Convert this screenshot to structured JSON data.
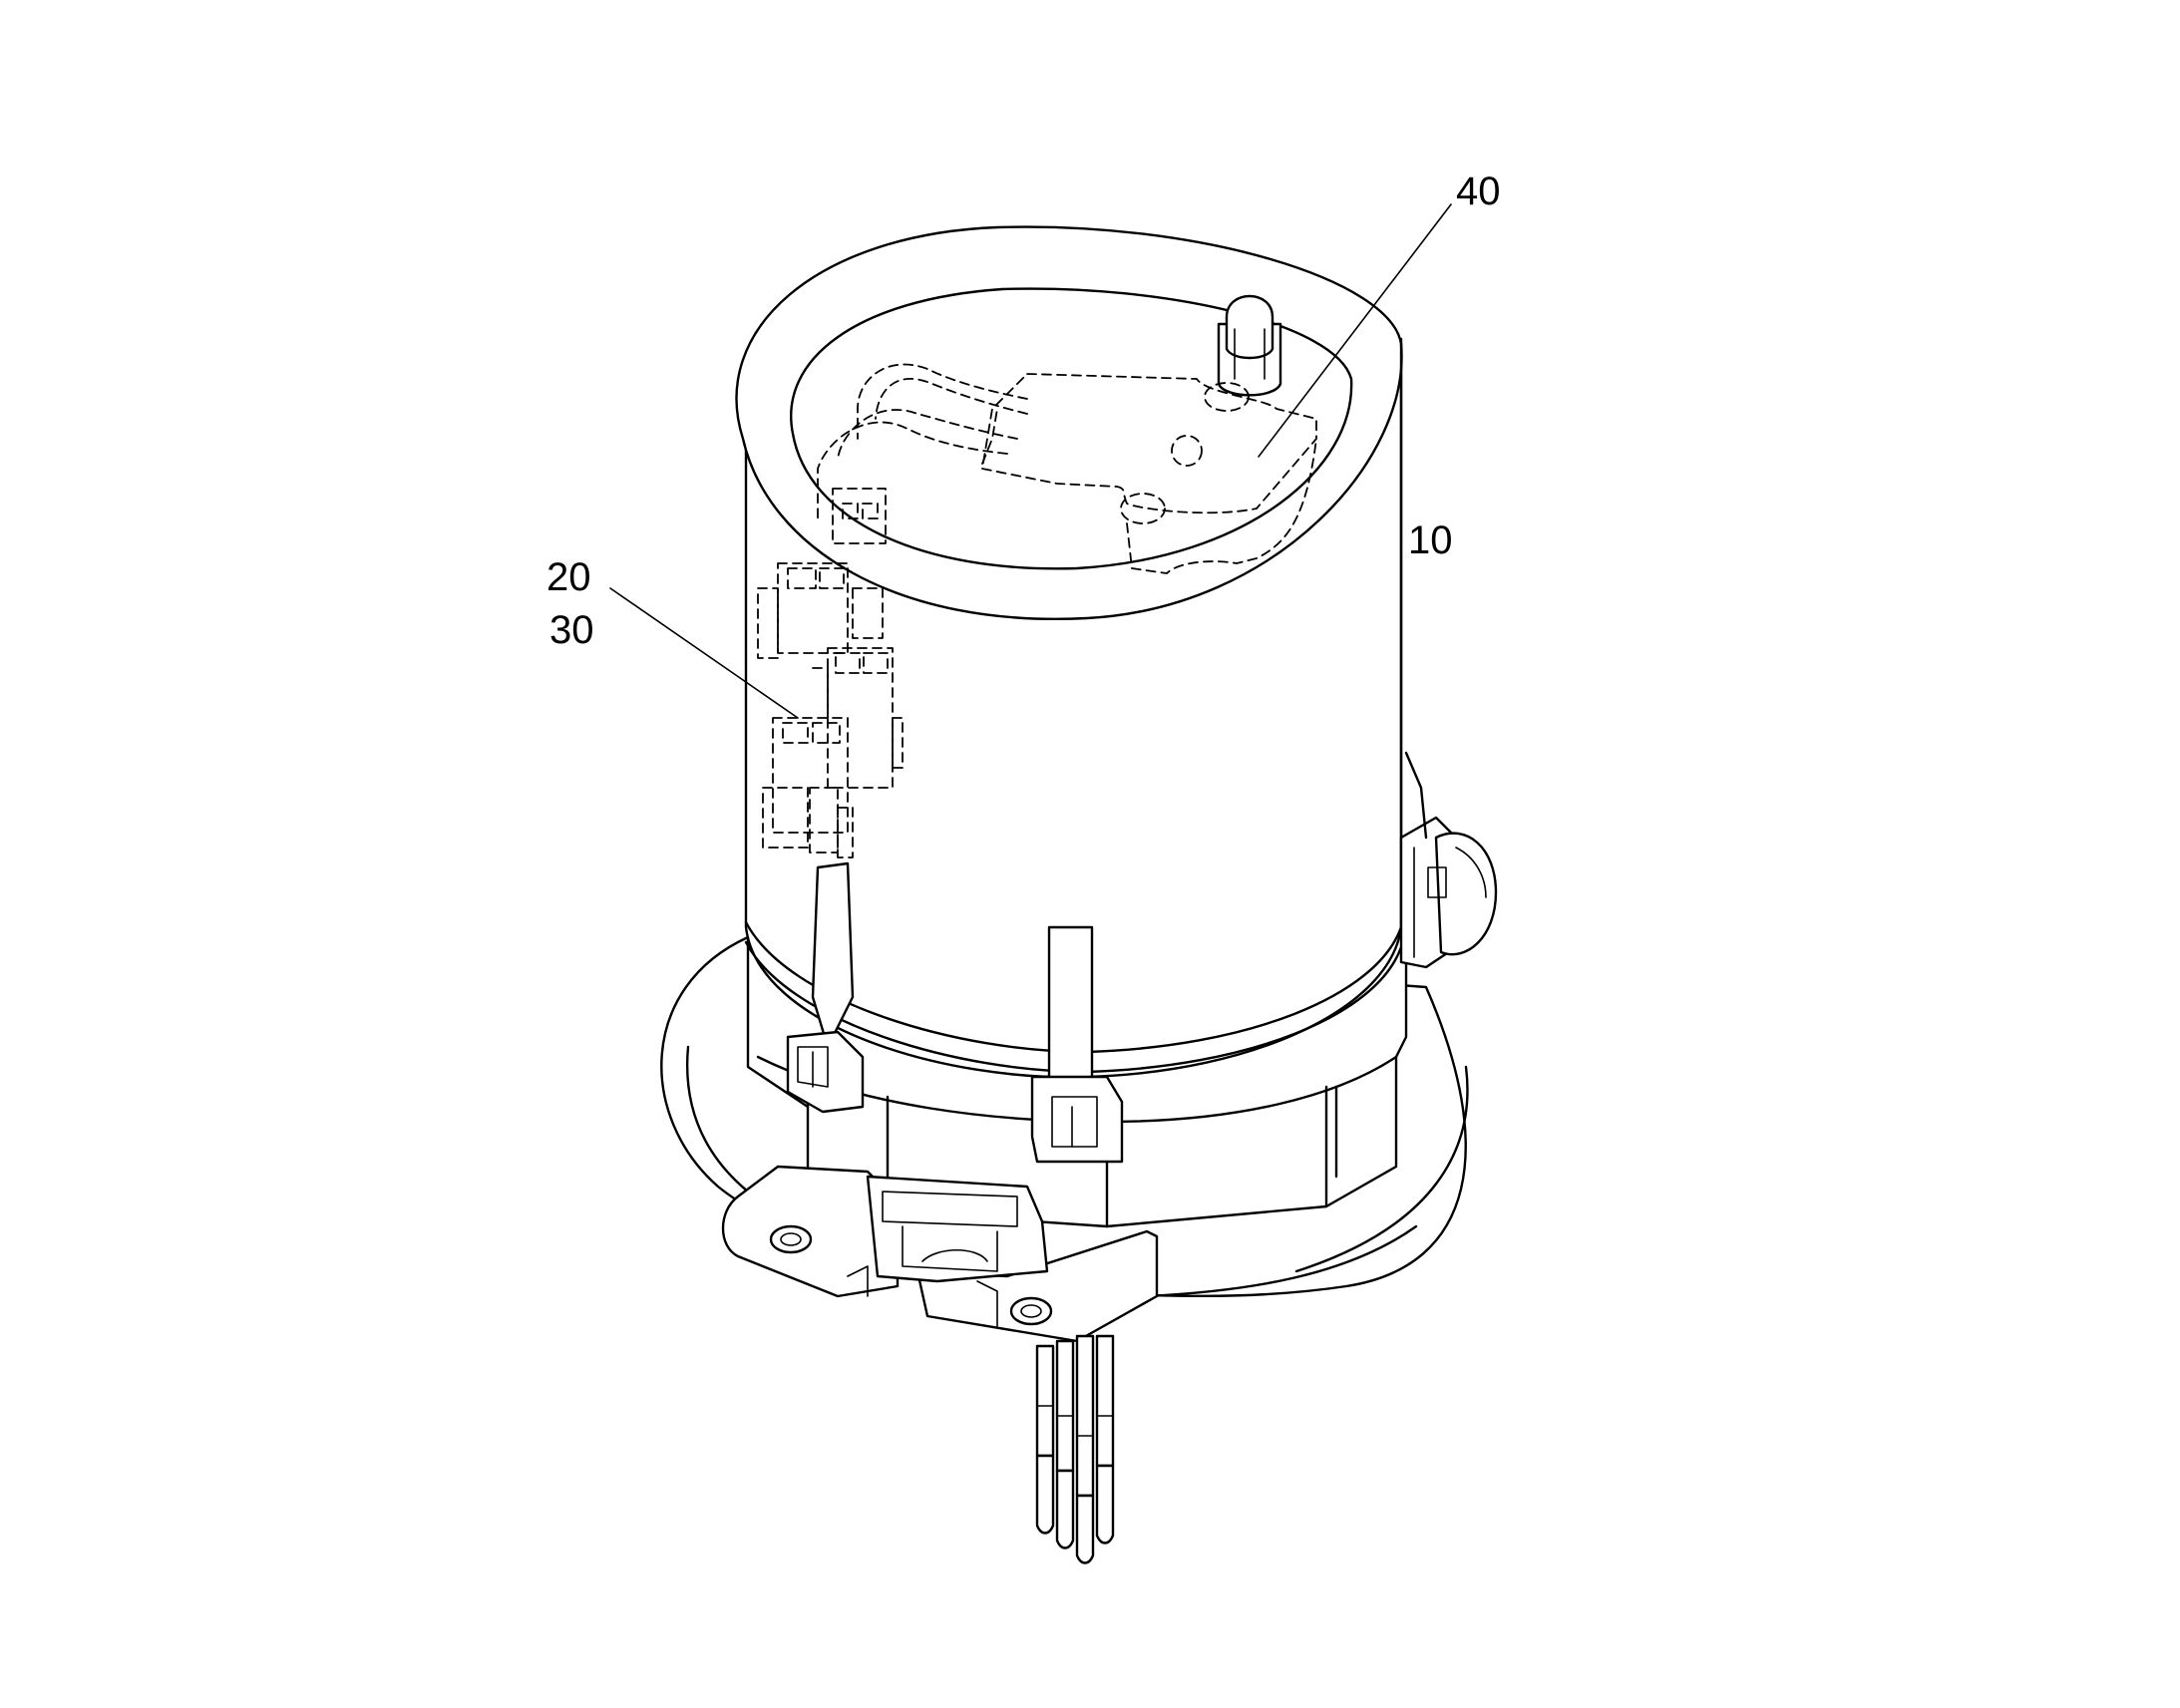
{
  "figure": {
    "labels": [
      {
        "id": "label-40",
        "text": "40"
      },
      {
        "id": "label-10",
        "text": "10"
      },
      {
        "id": "label-20",
        "text": "20"
      },
      {
        "id": "label-30",
        "text": "30"
      }
    ]
  }
}
